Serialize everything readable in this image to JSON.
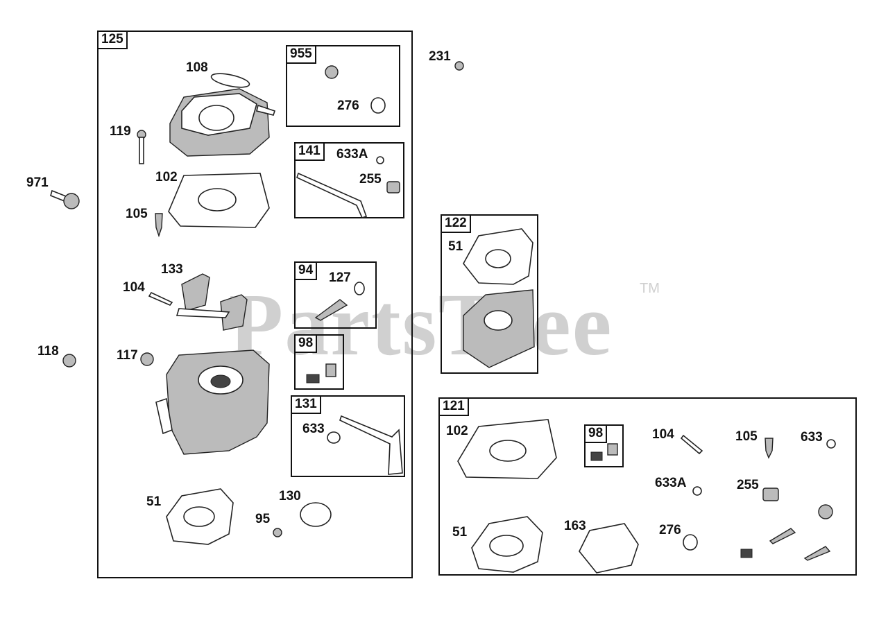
{
  "watermark": {
    "text": "PartsTree",
    "tm": "TM"
  },
  "boxes": {
    "b125": "125",
    "b955": "955",
    "b141": "141",
    "b94": "94",
    "b98a": "98",
    "b131": "131",
    "b122": "122",
    "b121": "121",
    "b98b": "98"
  },
  "labels": {
    "l108": "108",
    "l119": "119",
    "l102a": "102",
    "l105a": "105",
    "l133": "133",
    "l104a": "104",
    "l117": "117",
    "l51a": "51",
    "l95": "95",
    "l130": "130",
    "l276a": "276",
    "l633Aa": "633A",
    "l255a": "255",
    "l127": "127",
    "l633a": "633",
    "l231": "231",
    "l971": "971",
    "l118": "118",
    "l51b": "51",
    "l102b": "102",
    "l104b": "104",
    "l105b": "105",
    "l633b": "633",
    "l633Ab": "633A",
    "l255b": "255",
    "l51c": "51",
    "l163": "163",
    "l276b": "276"
  }
}
